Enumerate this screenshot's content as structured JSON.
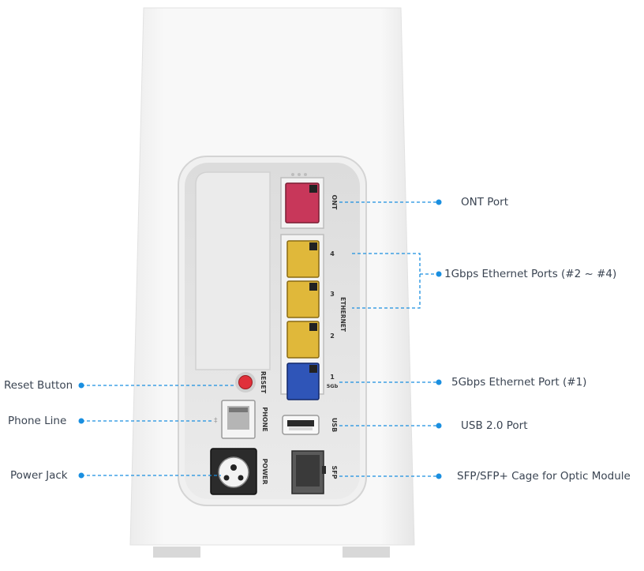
{
  "callouts": {
    "ont": "ONT Port",
    "gbe": "1Gbps Ethernet Ports (#2 ~ #4)",
    "fivegbe": "5Gbps Ethernet  Port  (#1)",
    "usb": "USB 2.0 Port",
    "sfp": "SFP/SFP+ Cage for Optic Module",
    "reset": "Reset  Button",
    "phone": "Phone Line",
    "power": "Power Jack"
  },
  "device_labels": {
    "ont": "ONT",
    "port4": "4",
    "port3": "3",
    "port2": "2",
    "port1": "1",
    "port1_speed": "5Gb",
    "ethernet": "ETHERNET",
    "reset": "RESET",
    "phone": "PHONE",
    "usb": "USB",
    "power": "POWER",
    "sfp": "SFP"
  },
  "colors": {
    "callout": "#1a8fe0",
    "ont_port": "#c8375a",
    "gbe_port": "#e0b83a",
    "fivegbe_port": "#2f55b8",
    "reset_button": "#e0303a",
    "device_body": "#f6f6f6",
    "panel": "#e4e4e4"
  }
}
